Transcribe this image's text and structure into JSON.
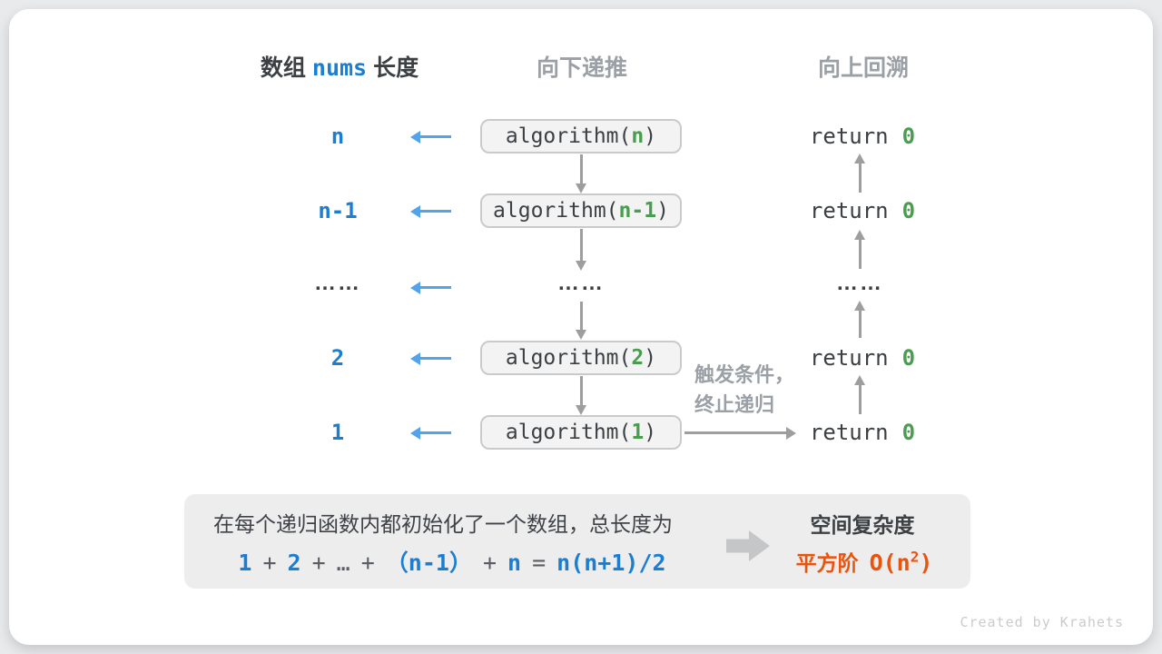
{
  "colors": {
    "accent_blue": "#1b7ed2",
    "arrow_blue": "#54a3ea",
    "green": "#4a9d4f",
    "orange": "#e8530e",
    "gray": "#9aa0a6",
    "dark": "#3c4043"
  },
  "header": {
    "col1_prefix": "数组",
    "col1_code": "nums",
    "col1_suffix": "长度",
    "col2": "向下递推",
    "col3": "向上回溯"
  },
  "rows": [
    {
      "label": "n",
      "call_prefix": "algorithm(",
      "arg": "n",
      "call_suffix": ")",
      "ret_keyword": "return",
      "ret_value": "0"
    },
    {
      "label": "n-1",
      "call_prefix": "algorithm(",
      "arg": "n-1",
      "call_suffix": ")",
      "ret_keyword": "return",
      "ret_value": "0"
    },
    {
      "label": "……",
      "middle_dots": "……",
      "right_dots": "……"
    },
    {
      "label": "2",
      "call_prefix": "algorithm(",
      "arg": "2",
      "call_suffix": ")",
      "ret_keyword": "return",
      "ret_value": "0"
    },
    {
      "label": "1",
      "call_prefix": "algorithm(",
      "arg": "1",
      "call_suffix": ")",
      "ret_keyword": "return",
      "ret_value": "0"
    }
  ],
  "annotation": {
    "line1": "触发条件，",
    "line2": "终止递归"
  },
  "summary": {
    "line1": "在每个递归函数内都初始化了一个数组，总长度为",
    "formula": [
      {
        "t": "1"
      },
      {
        "t": "+"
      },
      {
        "t": "2"
      },
      {
        "t": "+"
      },
      {
        "t": "…"
      },
      {
        "t": "+"
      },
      {
        "t": "（n-1）"
      },
      {
        "t": "+"
      },
      {
        "t": "n"
      },
      {
        "t": "="
      },
      {
        "t": "n(n+1)/2"
      }
    ],
    "title": "空间复杂度",
    "order": "平方阶",
    "bigo_prefix": "O(n",
    "bigo_exp": "2",
    "bigo_suffix": ")"
  },
  "credit": "Created by Krahets"
}
